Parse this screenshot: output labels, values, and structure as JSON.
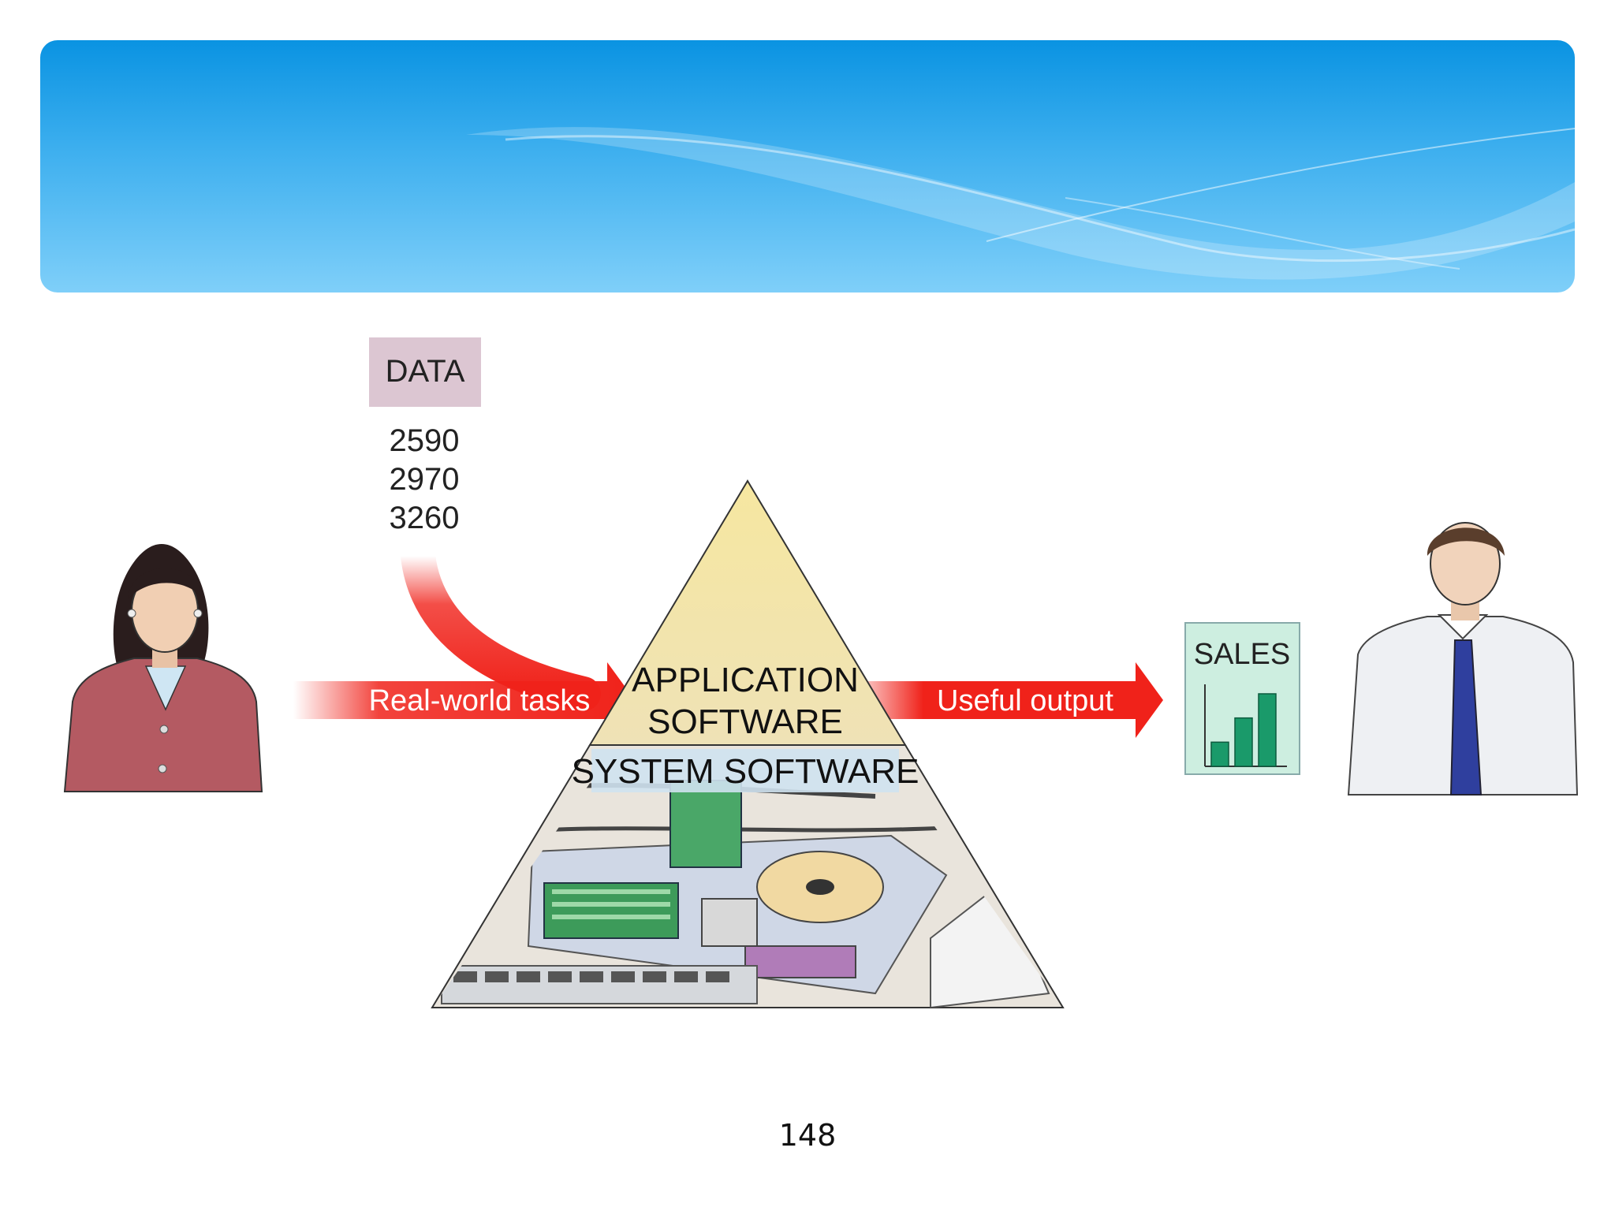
{
  "slide": {
    "page_number": "148"
  },
  "diagram": {
    "data_box_label": "DATA",
    "data_values": [
      "2590",
      "2970",
      "3260"
    ],
    "input_arrow_label": "Real-world tasks",
    "application_label_line1": "APPLICATION",
    "application_label_line2": "SOFTWARE",
    "system_label": "SYSTEM SOFTWARE",
    "output_arrow_label": "Useful output",
    "report_title": "SALES",
    "report_bar_values": [
      1,
      2,
      3
    ]
  },
  "colors": {
    "banner_top": "#0a93e2",
    "banner_bottom": "#7fcff9",
    "arrow_red": "#f0221a",
    "data_box": "#dcc6d2",
    "pyramid_top": "#f3e6a6",
    "report_bg": "#cdeee0",
    "report_bar": "#1a9a6a",
    "tie": "#2f3f9e",
    "woman_jacket": "#b45a62"
  },
  "icons": {
    "input_person": "woman-user-icon",
    "output_person": "man-user-icon",
    "hardware": "computer-hardware-icon"
  }
}
